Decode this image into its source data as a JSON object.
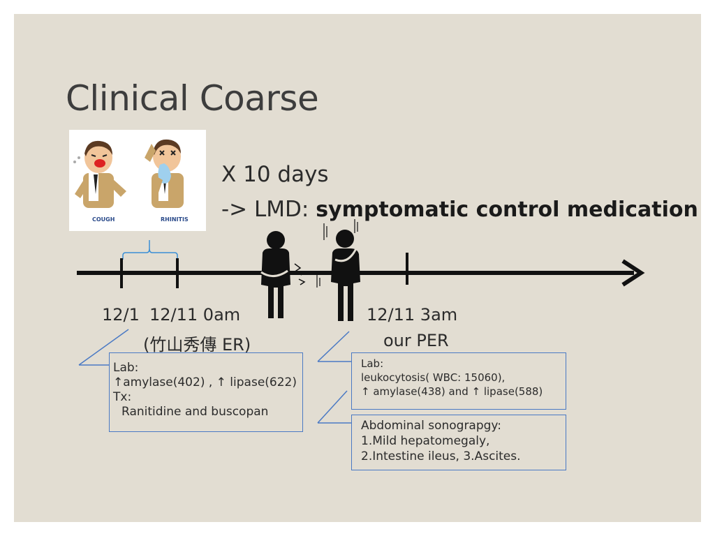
{
  "slide": {
    "title": "Clinical Coarse",
    "illustration": {
      "cough_label": "COUGH",
      "rhinitis_label": "RHINITIS"
    },
    "duration": "X 10 days",
    "treatment_prefix": "->  LMD: ",
    "treatment_bold": "symptomatic control medication",
    "timeline": {
      "date_1": "12/1",
      "date_2": "12/11 0am",
      "date_2_sub": "(竹山秀傳 ER)",
      "date_3": "12/11 3am",
      "date_3_sub": "our PER"
    },
    "box_er": {
      "line1": "Lab:",
      "line2": "↑amylase(402) , ↑ lipase(622)",
      "line3": "Tx:",
      "line4": "Ranitidine and buscopan"
    },
    "box_per_lab": {
      "line1": "Lab:",
      "line2": "leukocytosis( WBC: 15060),",
      "line3": "↑ amylase(438)  and ↑ lipase(588)"
    },
    "box_per_sono": {
      "line1": "Abdominal sonograpgy:",
      "line2": "1.Mild hepatomegaly,",
      "line3": "2.Intestine ileus, 3.Ascites."
    },
    "colors": {
      "background": "#e2ddd2",
      "box_border": "#4a79c4",
      "brace": "#3a8fd6",
      "timeline": "#111111"
    },
    "icons": [
      "cough-figure-icon",
      "rhinitis-figure-icon",
      "abdominal-pain-person-icon",
      "nausea-person-icon"
    ]
  }
}
